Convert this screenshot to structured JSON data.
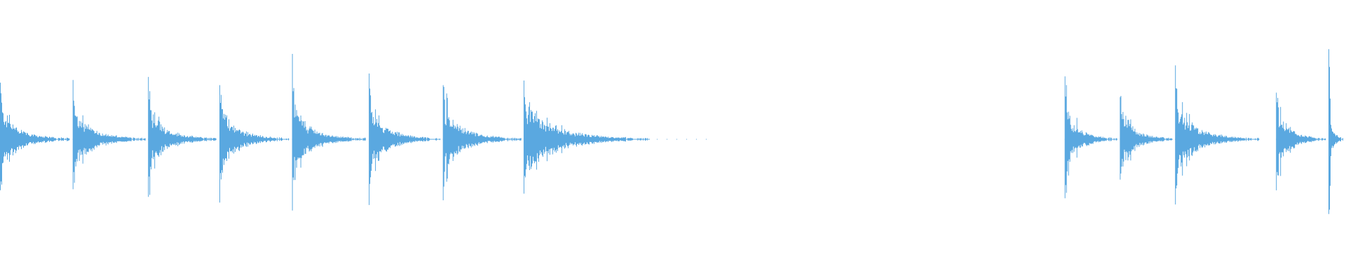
{
  "waveform": {
    "color": "#5aa8e0",
    "transients": [
      {
        "time": 0.0,
        "peak": 0.69
      },
      {
        "time": 0.054,
        "peak": 0.72
      },
      {
        "time": 0.11,
        "peak": 0.8
      },
      {
        "time": 0.163,
        "peak": 0.72
      },
      {
        "time": 0.217,
        "peak": 0.95
      },
      {
        "time": 0.274,
        "peak": 0.87
      },
      {
        "time": 0.329,
        "peak": 0.72
      },
      {
        "time": 0.389,
        "peak": 0.75
      },
      {
        "time": 0.791,
        "peak": 0.81
      },
      {
        "time": 0.832,
        "peak": 0.59
      },
      {
        "time": 0.873,
        "peak": 0.9
      },
      {
        "time": 0.948,
        "peak": 0.63
      },
      {
        "time": 0.987,
        "peak": 1.0
      }
    ]
  }
}
